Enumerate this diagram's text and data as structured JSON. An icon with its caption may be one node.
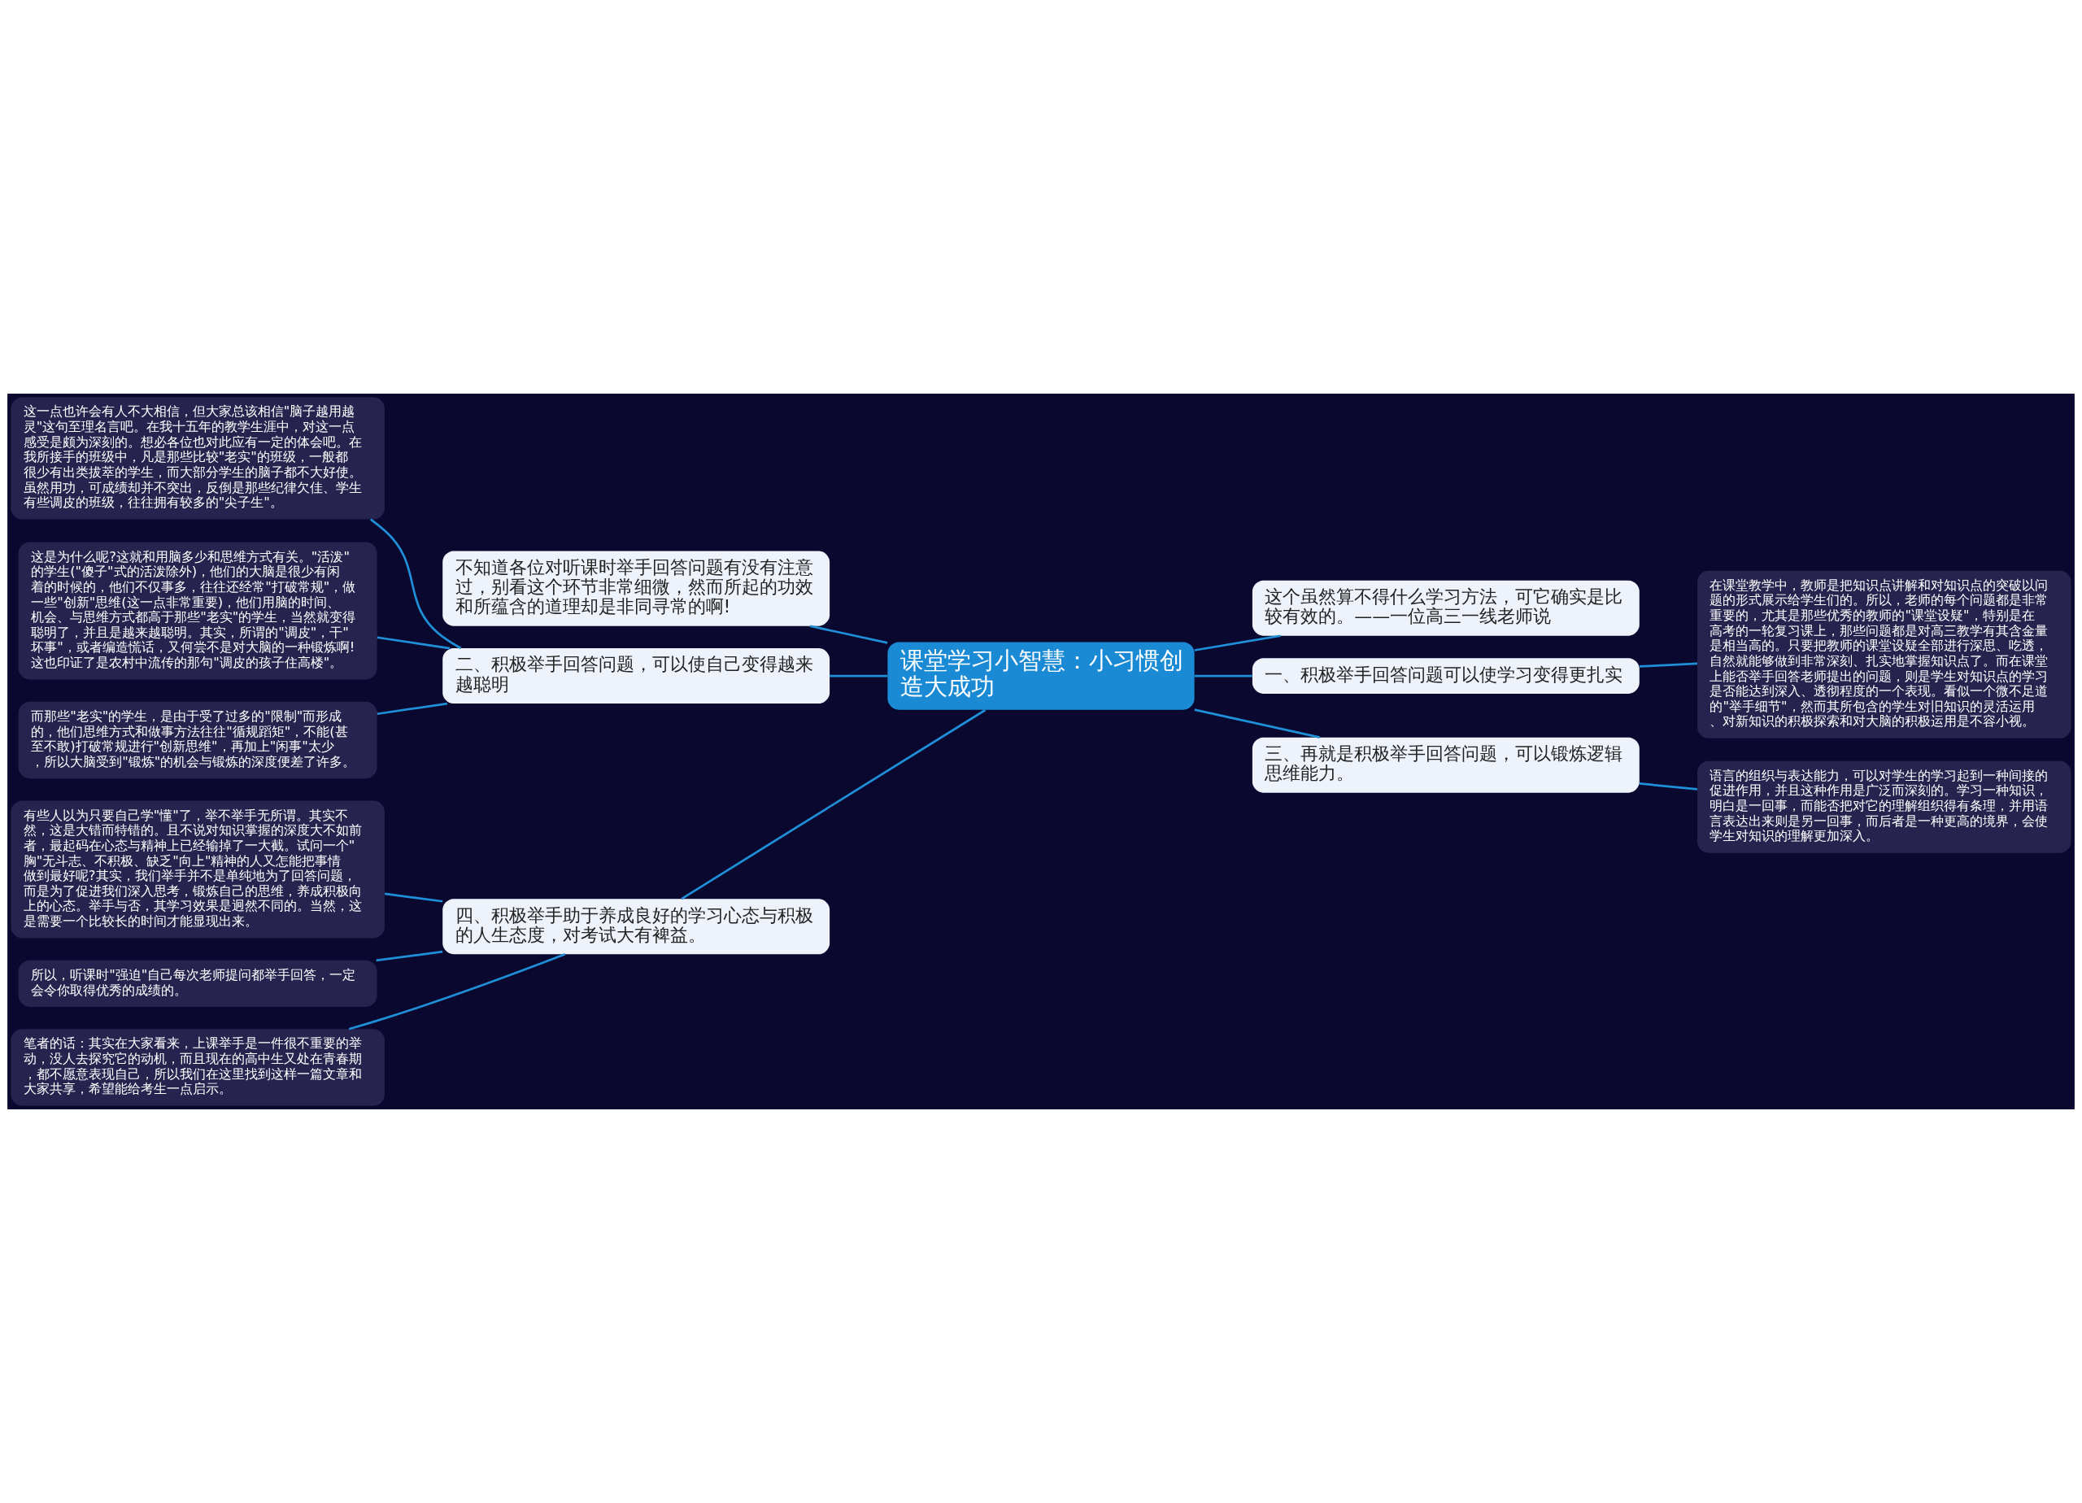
{
  "diagram": {
    "nodes": [
      {
        "text": [
          "课堂学习小智慧：小习惯创造大成功"
        ]
      },
      {
        "text": [
          "不知道各位对听课时举手回答问题有没有注意过，别看这个环节非常细微，然而所起的功效和所蕴含的道理却是非同寻常的啊!"
        ]
      },
      {
        "text": [
          "二、积极举手回答问题，可以使自己变得越来越聪明"
        ]
      },
      {
        "text": [
          "这一点也许会有人不大相信，但大家总该相信\"脑子越用越灵\"这句至理名言吧。在我十五年的教学生涯中，对这一点感受是颇为深刻的。想必各位也对此应有一定的体会吧。在我所接手的班级中，凡是那些比较\"老实\"的班级，一般都很少有出类拔萃的学生，而大部分学生的脑子都不大好使。虽然用功，可成绩却并不突出，反倒是那些纪律欠佳、学生有些调皮的班级，往往拥有较多的\"尖子生\"。"
        ]
      },
      {
        "text": [
          "这是为什么呢?这就和用脑多少和思维方式有关。\"活泼\"的学生(\"傻子\"式的活泼除外)，他们的大脑是很少有闲着的时候的，他们不仅事多，往往还经常\"打破常规\"，做一些\"创新\"思维(这一点非常重要)，他们用脑的时间、机会、与思维方式都高于那些\"老实\"的学生，当然就变得聪明了，并且是越来越聪明。其实，所谓的\"调皮\"，干\"坏事\"，或者编造慌话，又何尝不是对大脑的一种锻炼啊!这也印证了是农村中流传的那句\"调皮的孩子住高楼\"。"
        ]
      },
      {
        "text": [
          "而那些\"老实\"的学生，是由于受了过多的\"限制\"而形成的，他们思维方式和做事方法往往\"循规蹈矩\"，不能(甚至不敢)打破常规进行\"创新思维\"，再加上\"闲事\"太少，所以大脑受到\"锻炼\"的机会与锻炼的深度便差了许多。"
        ]
      },
      {
        "text": [
          "四、积极举手助于养成良好的学习心态与积极的人生态度，对考试大有裨益。"
        ]
      },
      {
        "text": [
          "有些人以为只要自己学\"懂\"了，举不举手无所谓。其实不然，这是大错而特错的。且不说对知识掌握的深度大不如前者，最起码在心态与精神上已经输掉了一大截。试问一个\"胸\"无斗志、不积极、缺乏\"向上\"精神的人又怎能把事情做到最好呢?其实，我们举手并不是单纯地为了回答问题，而是为了促进我们深入思考，锻炼自己的思维，养成积极向上的心态。举手与否，其学习效果是迥然不同的。当然，这是需要一个比较长的时间才能显现出来。"
        ]
      },
      {
        "text": [
          "所以，听课时\"强迫\"自己每次老师提问都举手回答，一定会令你取得优秀的成绩的。"
        ]
      },
      {
        "text": [
          "笔者的话：其实在大家看来，上课举手是一件很不重要的举动，没人去探究它的动机，而且现在的高中生又处在青春期，都不愿意表现自己，所以我们在这里找到这样一篇文章和大家共享，希望能给考生一点启示。"
        ]
      },
      {
        "text": [
          "这个虽然算不得什么学习方法，可它确实是比较有效的。——一位高三一线老师说"
        ]
      },
      {
        "text": [
          "一、积极举手回答问题可以使学习变得更扎实"
        ]
      },
      {
        "text": [
          "在课堂教学中，教师是把知识点讲解和对知识点的突破以问题的形式展示给学生们的。所以，老师的每个问题都是非常重要的，尤其是那些优秀的教师的\"课堂设疑\"，特别是在高考的一轮复习课上，那些问题都是对高三教学有其含金量是相当高的。只要把教师的课堂设疑全部进行深思、吃透，自然就能够做到非常深刻、扎实地掌握知识点了。而在课堂上能否举手回答老师提出的问题，则是学生对知识点的学习是否能达到深入、透彻程度的一个表现。看似一个微不足道的\"举手细节\"，然而其所包含的学生对旧知识的灵活运用、对新知识的积极探索和对大脑的积极运用是不容小视。"
        ]
      },
      {
        "text": [
          "三、再就是积极举手回答问题，可以锻炼逻辑思维能力。"
        ]
      },
      {
        "text": [
          "语言的组织与表达能力，可以对学生的学习起到一种间接的促进作用，并且这种作用是广泛而深刻的。学习一种知识，明白是一回事，而能否把对它的理解组织得有条理，并用语言表达出来则是另一回事，而后者是一种更高的境界，会使学生对知识的理解更加深入。"
        ]
      }
    ],
    "edges": [
      {
        "from": 0,
        "to": 1,
        "arrow": "none"
      },
      {
        "from": 0,
        "to": 2,
        "arrow": "none"
      },
      {
        "from": 2,
        "to": 3,
        "arrow": "none"
      },
      {
        "from": 2,
        "to": 4,
        "arrow": "none"
      },
      {
        "from": 2,
        "to": 5,
        "arrow": "none"
      },
      {
        "from": 0,
        "to": 6,
        "arrow": "none"
      },
      {
        "from": 6,
        "to": 7,
        "arrow": "none"
      },
      {
        "from": 6,
        "to": 8,
        "arrow": "none"
      },
      {
        "from": 6,
        "to": 9,
        "arrow": "none"
      },
      {
        "from": 0,
        "to": 10,
        "arrow": "none"
      },
      {
        "from": 0,
        "to": 11,
        "arrow": "none"
      },
      {
        "from": 11,
        "to": 12,
        "arrow": "none"
      },
      {
        "from": 0,
        "to": 13,
        "arrow": "none"
      },
      {
        "from": 13,
        "to": 14,
        "arrow": "none"
      }
    ]
  }
}
